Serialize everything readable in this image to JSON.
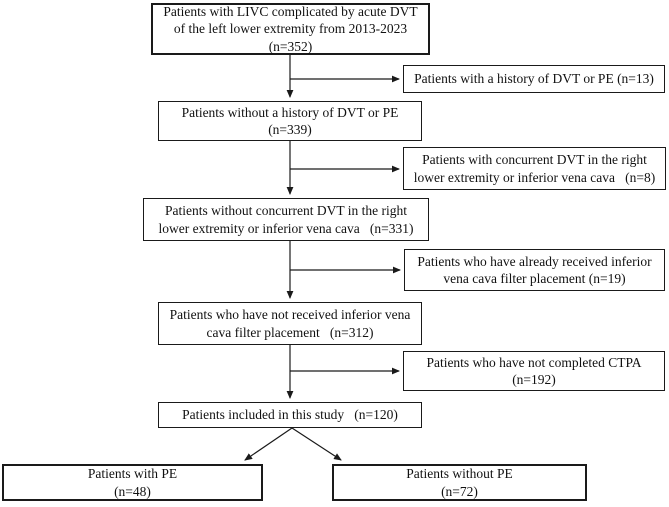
{
  "figure": {
    "background_color": "#ffffff",
    "line_color": "#1a1a1a",
    "description": "Patient selection flowchart"
  },
  "boxes": {
    "initial_cohort": {
      "n": 352,
      "lines": [
        "Patients with LIVC complicated by acute DVT",
        "of the left lower extremity from 2013-2023",
        "(n=352)"
      ]
    },
    "excluded_history": {
      "n": 13,
      "lines": [
        "Patients with a history of DVT or PE (n=13)"
      ]
    },
    "no_history": {
      "n": 339,
      "lines": [
        "Patients without a history of DVT or PE",
        "(n=339)"
      ]
    },
    "excluded_concurrent": {
      "n": 8,
      "lines": [
        "Patients with concurrent DVT in the right",
        "lower extremity or inferior vena cava   (n=8)"
      ]
    },
    "no_concurrent": {
      "n": 331,
      "lines": [
        "Patients without concurrent DVT in the right",
        "lower extremity or inferior vena cava   (n=331)"
      ]
    },
    "excluded_filter": {
      "n": 19,
      "lines": [
        "Patients who have already received inferior",
        "vena cava filter placement (n=19)"
      ]
    },
    "no_filter": {
      "n": 312,
      "lines": [
        "Patients who have not received inferior vena",
        "cava filter placement   (n=312)"
      ]
    },
    "excluded_ctpa": {
      "n": 192,
      "lines": [
        "Patients who have not completed CTPA",
        "(n=192)"
      ]
    },
    "included": {
      "n": 120,
      "lines": [
        "Patients included in this study   (n=120)"
      ]
    },
    "with_pe": {
      "n": 48,
      "lines": [
        "Patients with PE",
        "(n=48)"
      ]
    },
    "without_pe": {
      "n": 72,
      "lines": [
        "Patients without PE",
        "(n=72)"
      ]
    }
  }
}
